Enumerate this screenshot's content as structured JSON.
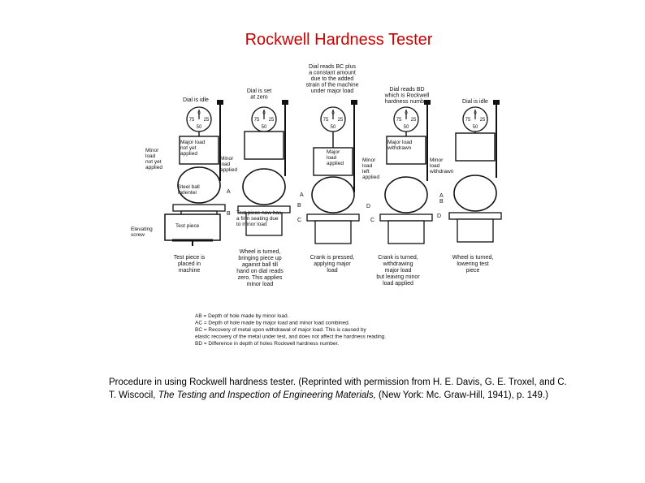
{
  "slide": {
    "title": "Rockwell Hardness Tester"
  },
  "diagram": {
    "top_labels": [
      "Dial is idle",
      "Dial is set\nat zero",
      "Dial reads BC plus\na constant amount\ndue to the added\nstrain of the machine\nunder major load",
      "Dial reads BD\nwhich is Rockwell\nhardness number",
      "Dial is idle"
    ],
    "side_labels": {
      "major_not_applied": "Major load\nnot yet\napplied",
      "minor_not_applied": "Minor\nload\nnot yet\napplied",
      "minor_applied": "Minor\nload\napplied",
      "major_applied": "Major\nload\napplied",
      "major_withdrawn": "Major load\nwithdrawn",
      "minor_left_applied": "Minor\nload\nleft\napplied",
      "minor_withdrawn": "Minor\nload\nwithdrawn",
      "steel_ball": "Steel ball\nindenter",
      "test_piece_hole": "Test piece now has\na firm seating due\nto minor load",
      "test_piece": "Test piece",
      "elevating_screw": "Elevating\nscrew"
    },
    "step_captions": [
      "Test piece is\nplaced in\nmachine",
      "Wheel is turned,\nbringing piece up\nagainst ball till\nhand on dial reads\nzero. This applies\nminor load",
      "Crank is pressed,\napplying major\nload",
      "Crank is turned,\nwithdrawing\nmajor load\nbut leaving minor\nload applied",
      "Wheel is turned,\nlowering test\npiece"
    ],
    "dial_numbers": [
      "0",
      "75",
      "25",
      "50"
    ],
    "point_letters": [
      "A",
      "B",
      "C",
      "D"
    ],
    "legend": [
      "AB = Depth of hole made by minor load.",
      "AC = Depth of hole made by major load and minor load combined.",
      "BC = Recovery of metal upon withdrawal of major load. This is caused by",
      "        elastic recovery of the metal under test, and does not affect the hardness reading.",
      "BD = Difference in depth of holes Rockwell hardness number."
    ]
  },
  "caption": {
    "text_1": "Procedure in using Rockwell hardness tester. (Reprinted with permission from H. E. Davis, G. E. Troxel, and C. T. Wiscocil, ",
    "book_title": "The Testing and Inspection of Engineering Materials,",
    "text_2": " (New York: Mc. Graw-Hill, 1941), p. 149.)"
  }
}
